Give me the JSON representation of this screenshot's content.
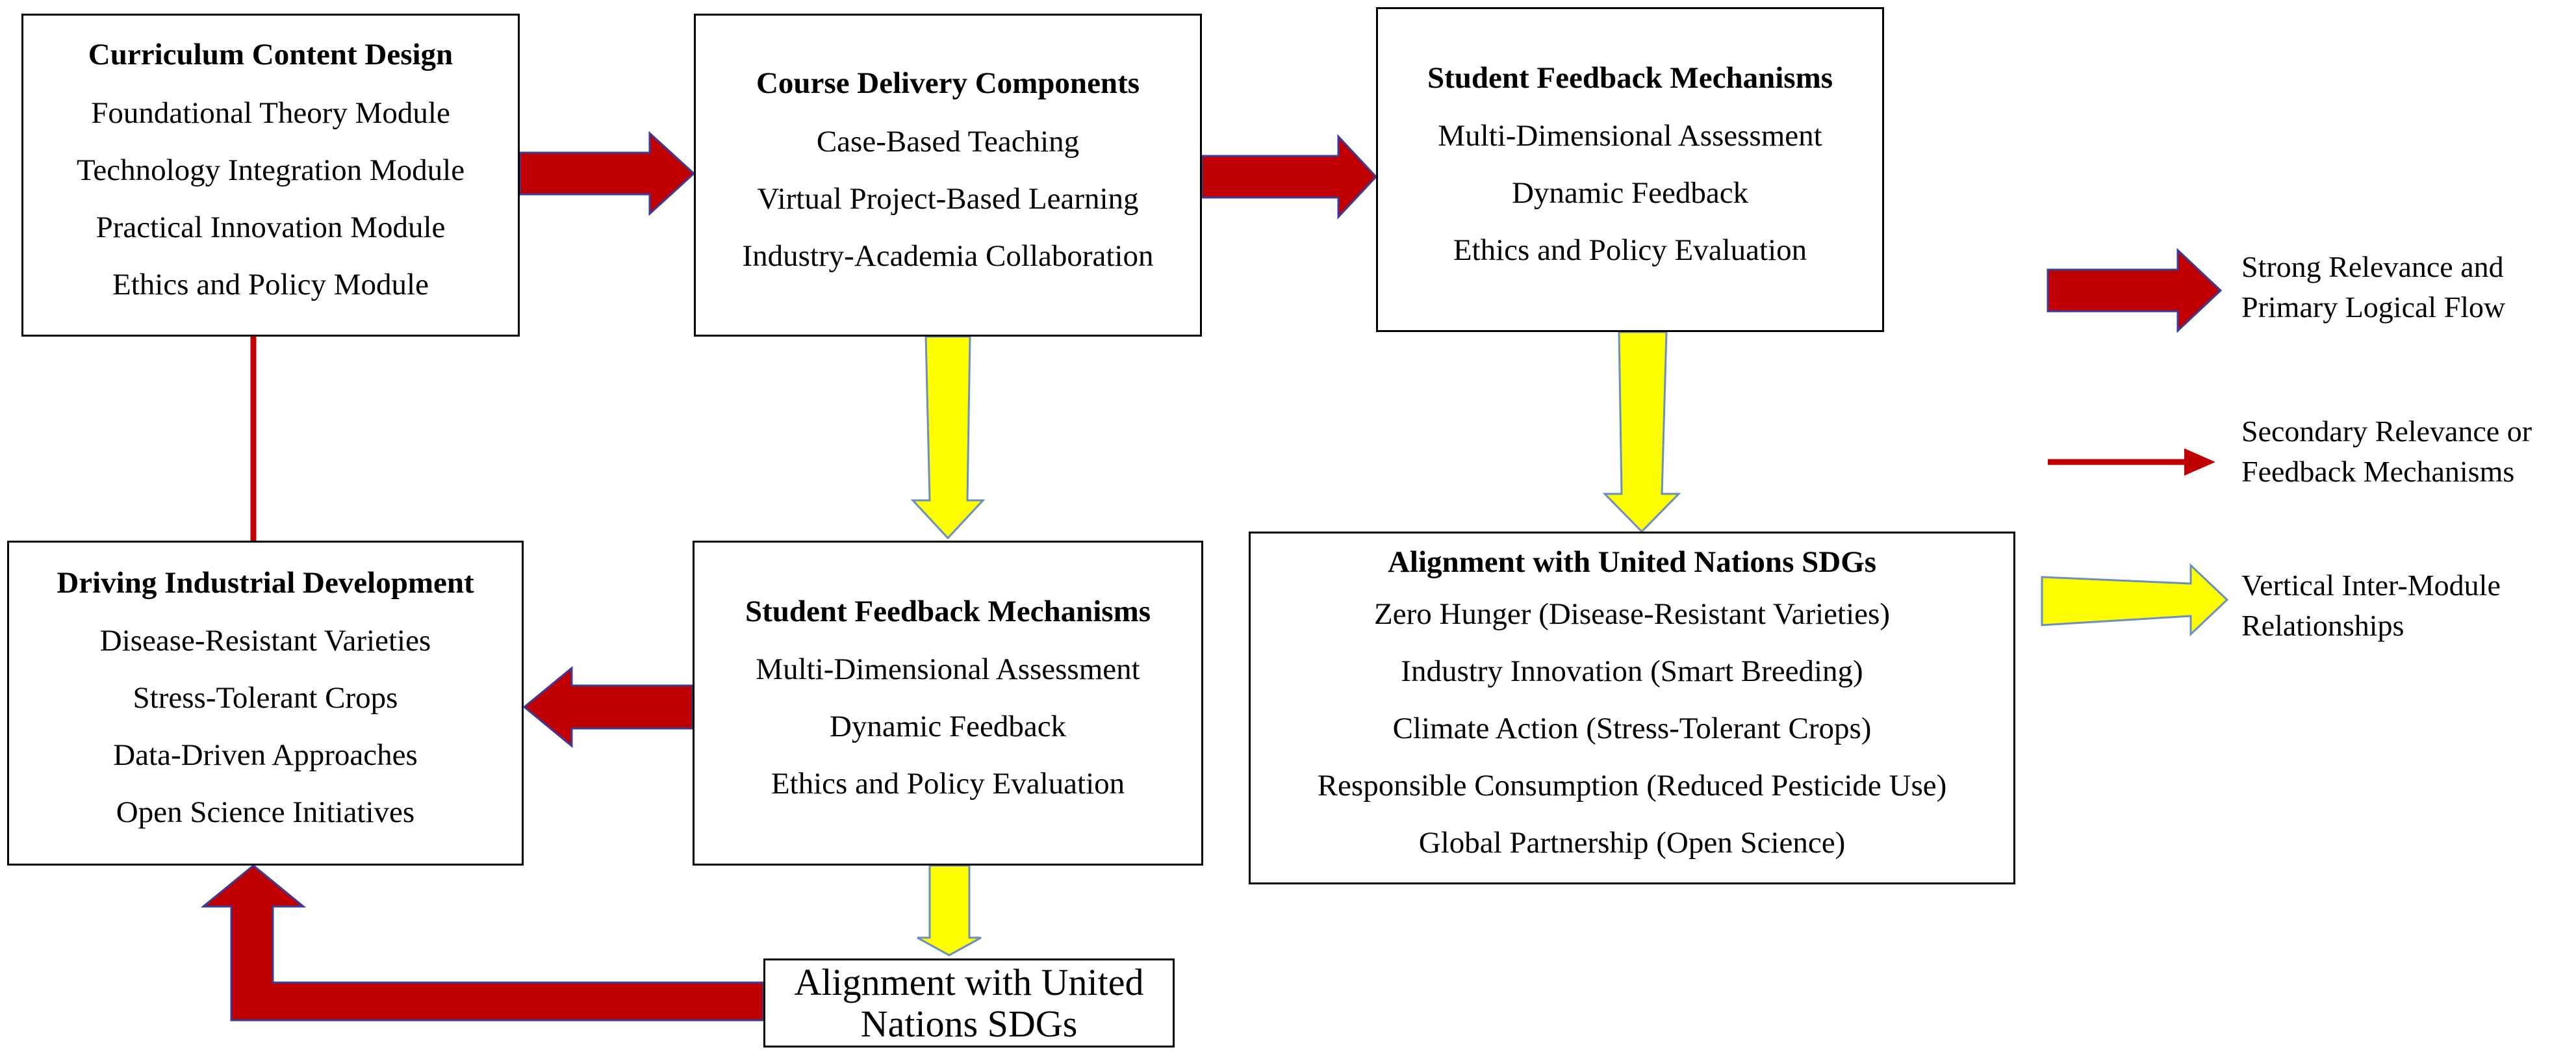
{
  "boxes": {
    "curriculum": {
      "title": "Curriculum Content Design",
      "items": [
        "Foundational Theory Module",
        "Technology Integration Module",
        "Practical Innovation Module",
        "Ethics and Policy Module"
      ]
    },
    "delivery": {
      "title": "Course Delivery Components",
      "items": [
        "Case-Based Teaching",
        "Virtual Project-Based Learning",
        "Industry-Academia Collaboration"
      ]
    },
    "feedback_top": {
      "title": "Student Feedback Mechanisms",
      "items": [
        "Multi-Dimensional Assessment",
        "Dynamic Feedback",
        "Ethics and Policy Evaluation"
      ]
    },
    "industrial": {
      "title": "Driving Industrial Development",
      "items": [
        "Disease-Resistant Varieties",
        "Stress-Tolerant Crops",
        "Data-Driven Approaches",
        "Open Science Initiatives"
      ]
    },
    "feedback_mid": {
      "title": "Student Feedback Mechanisms",
      "items": [
        "Multi-Dimensional Assessment",
        "Dynamic Feedback",
        "Ethics and Policy Evaluation"
      ]
    },
    "sdg_large": {
      "title": "Alignment with United Nations SDGs",
      "items": [
        "Zero Hunger (Disease-Resistant Varieties)",
        "Industry Innovation (Smart Breeding)",
        "Climate Action (Stress-Tolerant Crops)",
        "Responsible Consumption (Reduced Pesticide Use)",
        "Global Partnership (Open Science)"
      ]
    },
    "sdg_small": {
      "line1": "Alignment with United",
      "line2": "Nations SDGs"
    }
  },
  "legend": {
    "strong": {
      "line1": "Strong Relevance and",
      "line2": "Primary Logical Flow"
    },
    "secondary": {
      "line1": "Secondary Relevance or",
      "line2": "Feedback Mechanisms"
    },
    "vertical": {
      "line1": "Vertical Inter-Module",
      "line2": "Relationships"
    }
  },
  "colors": {
    "strong_arrow_fill": "#c00000",
    "strong_arrow_stroke": "#3b3b9a",
    "secondary_arrow": "#c00000",
    "vertical_arrow_fill": "#ffff00",
    "vertical_arrow_stroke": "#6b8fbf",
    "box_border": "#000000"
  }
}
